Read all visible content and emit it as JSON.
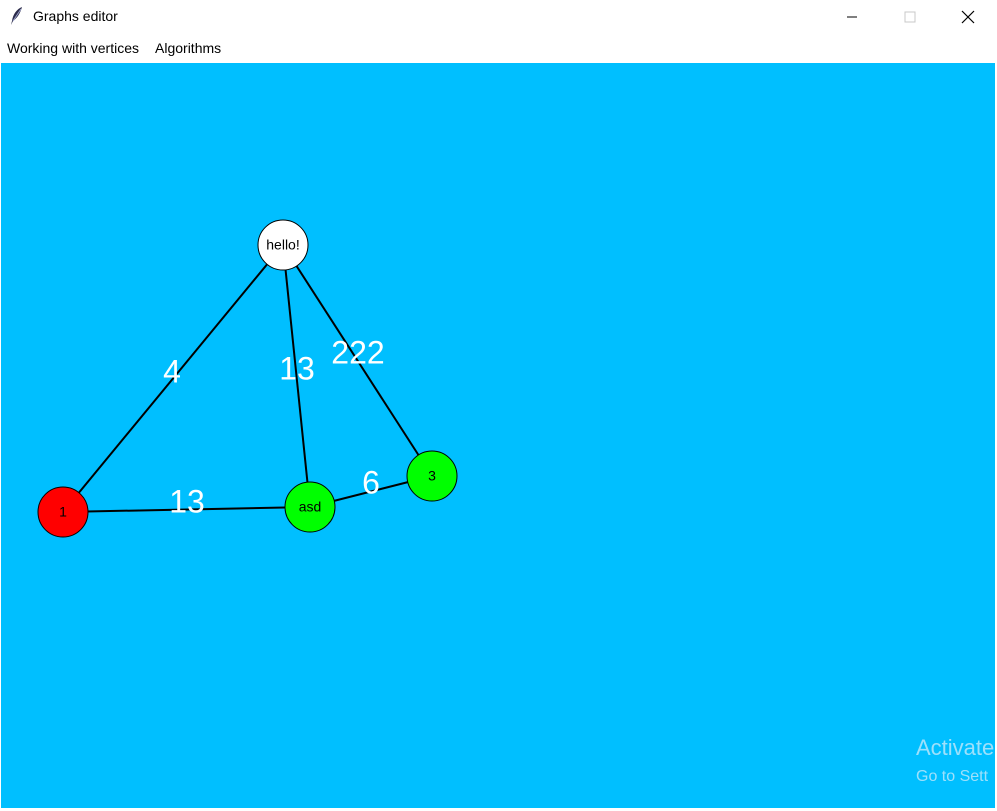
{
  "window": {
    "title": "Graphs editor",
    "app_icon": "feather-icon",
    "controls": {
      "minimize_icon": "minimize-icon",
      "maximize_icon": "maximize-icon",
      "close_icon": "close-icon"
    }
  },
  "menubar": {
    "items": [
      {
        "label": "Working with vertices"
      },
      {
        "label": "Algorithms"
      }
    ]
  },
  "canvas": {
    "background": "#00bfff",
    "edge_label_color": "#ffffff",
    "vertices": [
      {
        "id": "hello",
        "label": "hello!",
        "fill": "#ffffff"
      },
      {
        "id": "v1",
        "label": "1",
        "fill": "#ff0000"
      },
      {
        "id": "asd",
        "label": "asd",
        "fill": "#00ff00"
      },
      {
        "id": "v3",
        "label": "3",
        "fill": "#00ff00"
      }
    ],
    "edges": [
      {
        "from": "hello",
        "to": "v1",
        "weight": "4"
      },
      {
        "from": "hello",
        "to": "asd",
        "weight": "13"
      },
      {
        "from": "hello",
        "to": "v3",
        "weight": "222"
      },
      {
        "from": "v1",
        "to": "asd",
        "weight": "13"
      },
      {
        "from": "asd",
        "to": "v3",
        "weight": "6"
      }
    ]
  },
  "watermark": {
    "line1": "Activate",
    "line2": "Go to Sett"
  }
}
